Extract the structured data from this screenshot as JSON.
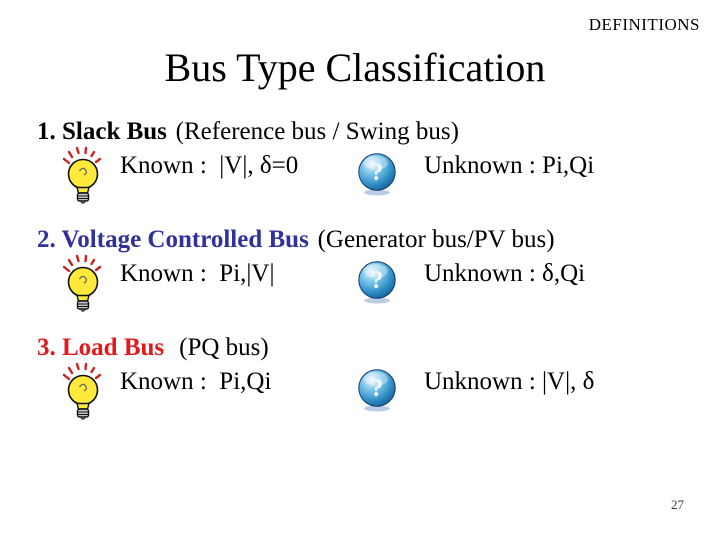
{
  "slide": {
    "header_label": "DEFINITIONS",
    "title": "Bus Type Classification",
    "page_number": "27",
    "items": [
      {
        "label": "1. Slack Bus",
        "qualifier": "(Reference bus / Swing bus)",
        "color": "#000000",
        "known": "Known :  |V|, δ=0",
        "unknown": "Unknown : Pi,Qi"
      },
      {
        "label": "2. Voltage Controlled Bus",
        "qualifier": "(Generator bus/PV bus)",
        "color": "#31319B",
        "known": "Known :  Pi,|V|",
        "unknown": "Unknown : δ,Qi"
      },
      {
        "label": "3. Load Bus",
        "qualifier": " (PQ bus)",
        "color": "#E2191C",
        "known": "Known :  Pi,Qi",
        "unknown": "Unknown : |V|, δ"
      }
    ],
    "icons": {
      "known": "lightbulb-icon",
      "unknown": "question-mark-icon"
    },
    "colors": {
      "background": "#ffffff",
      "text": "#000000",
      "navy_heading": "#31319B",
      "red_heading": "#E2191C",
      "bulb_yellow": "#FFE93A",
      "bulb_rays_red": "#CC2222",
      "question_blue": "#2F8FC6"
    },
    "question_glyph": "?"
  }
}
